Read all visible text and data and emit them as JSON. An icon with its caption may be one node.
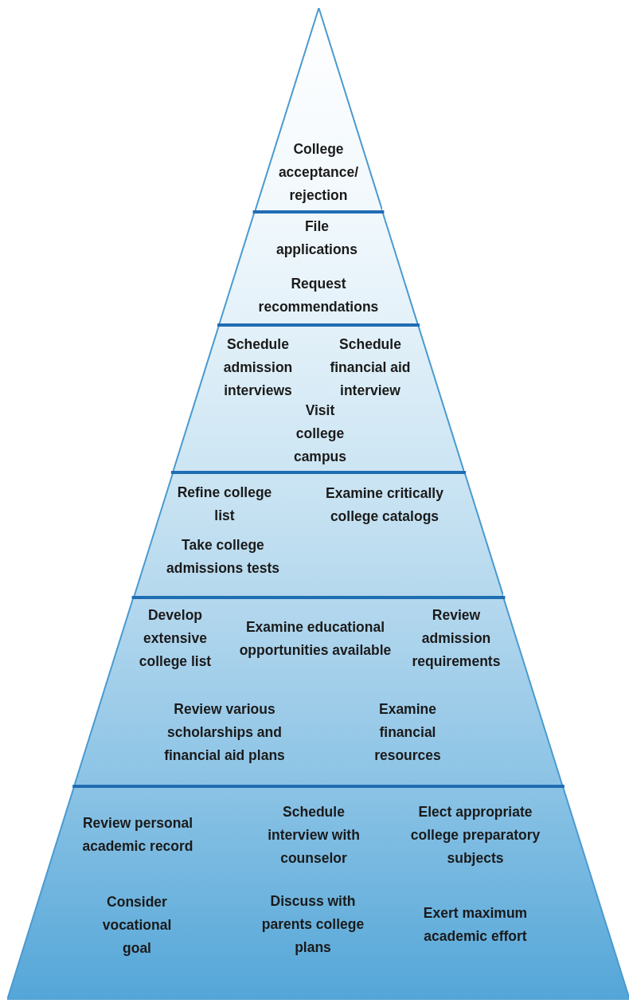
{
  "diagram": {
    "nodes": [
      {
        "text": [
          "College acceptance/ rejection"
        ]
      },
      {
        "text": [
          "File applications",
          "Request recommendations"
        ]
      },
      {
        "text": [
          "Schedule admission interviews",
          "Schedule financial aid interview",
          "Visit college campus"
        ]
      },
      {
        "text": [
          "Refine college list",
          "Examine critically college catalogs",
          "Take college admissions tests"
        ]
      },
      {
        "text": [
          "Develop extensive college list",
          "Examine educational opportunities available",
          "Review admission requirements",
          "Review various scholarships and financial aid plans",
          "Examine financial resources"
        ]
      },
      {
        "text": [
          "Review personal academic record",
          "Schedule interview with counselor",
          "Elect appropriate college preparatory subjects",
          "Consider vocational goal",
          "Discuss with parents college plans",
          "Exert maximum academic effort"
        ]
      }
    ]
  }
}
